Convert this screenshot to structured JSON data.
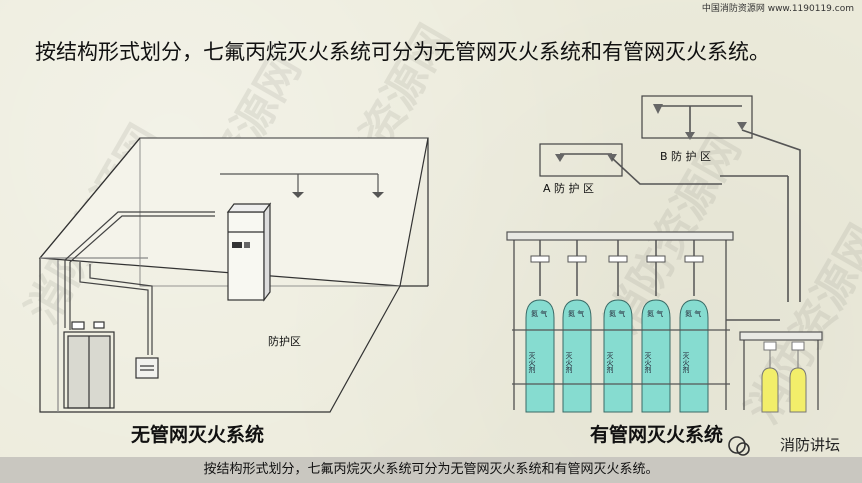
{
  "source_text": "中国消防资源网 www.1190119.com",
  "title": "按结构形式划分，七氟丙烷灭火系统可分为无管网灭火系统和有管网灭火系统。",
  "left_diagram": {
    "caption": "无管网灭火系统",
    "zone_label": "防护区"
  },
  "right_diagram": {
    "caption": "有管网灭火系统",
    "zone_a": "A 防 护 区",
    "zone_b": "B 防 护 区",
    "cylinder_label": "灭火剂",
    "cylinder_top_label": "氮 气"
  },
  "watermark": "消防资源网",
  "brand": "消防讲坛",
  "caption_bar": "按结构形式划分，七氟丙烷灭火系统可分为无管网灭火系统和有管网灭火系统。",
  "colors": {
    "background": "#ecebdb",
    "cylinder_fill": "#86dcd0",
    "pilot_cylinder": "#f2ee6a",
    "caption_bar": "#c9c7c0"
  }
}
